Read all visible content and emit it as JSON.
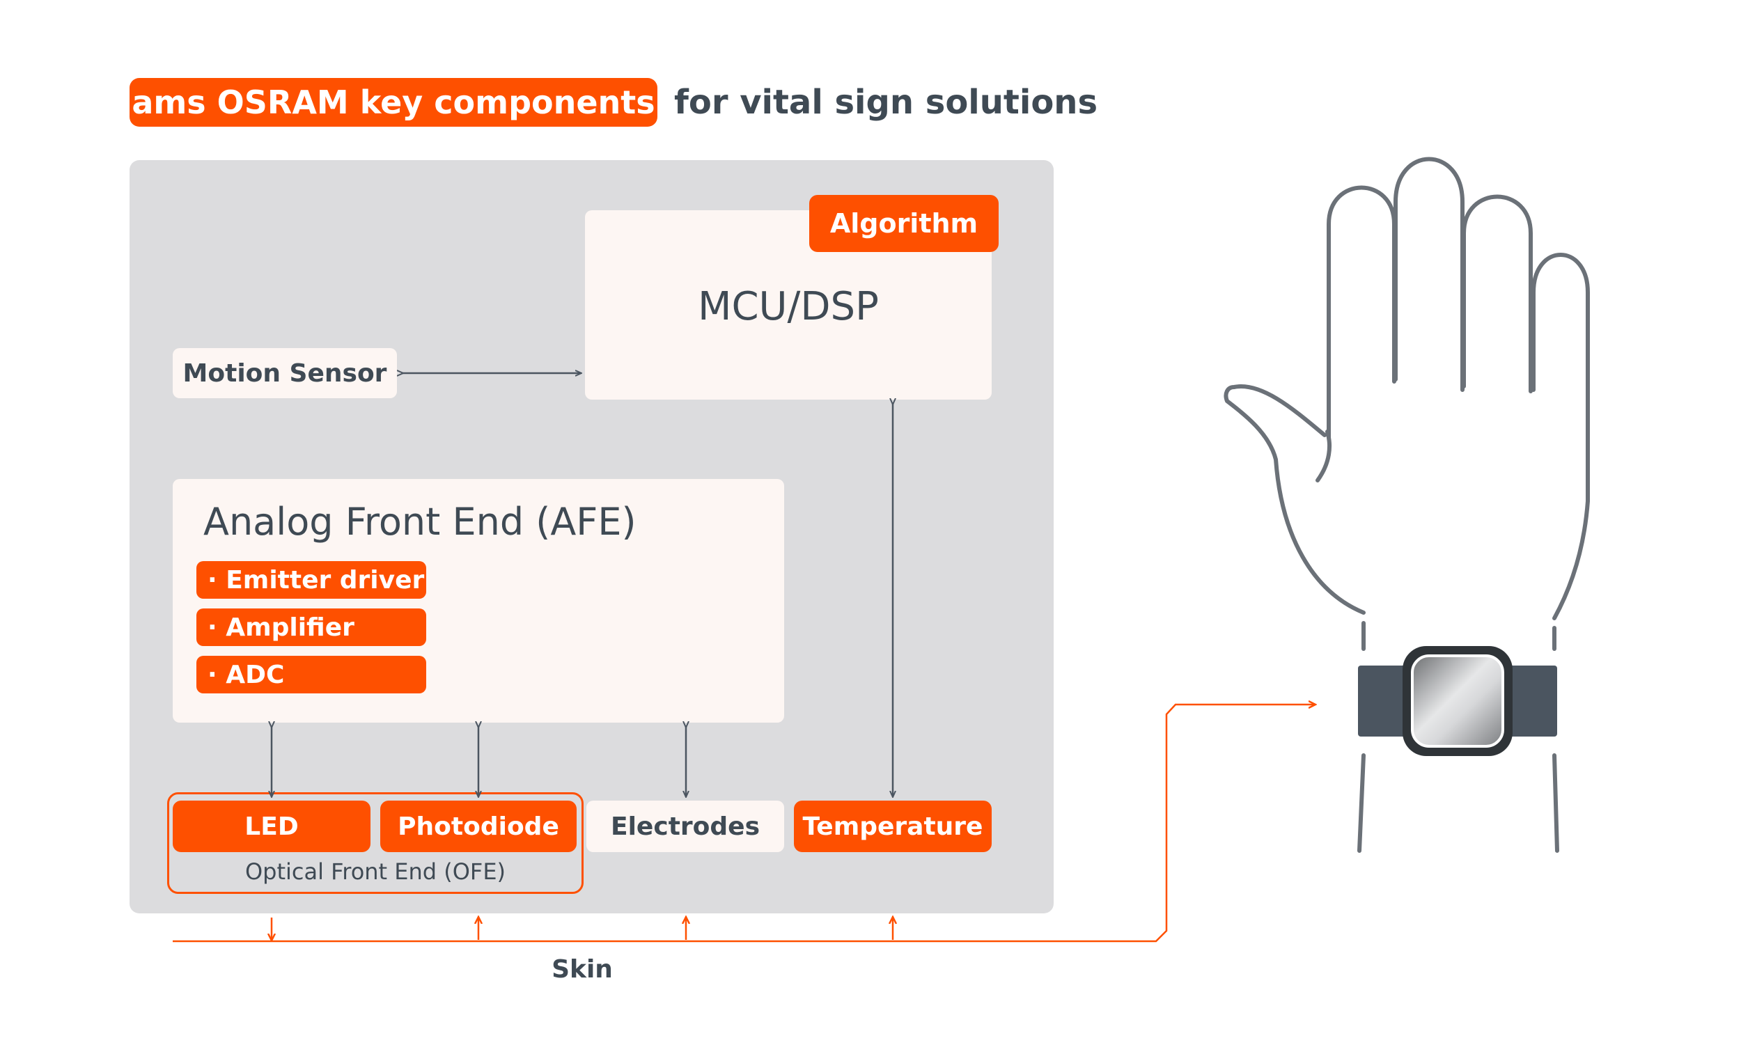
{
  "title": {
    "highlight": "ams OSRAM key components",
    "rest": "for vital sign solutions"
  },
  "blocks": {
    "algorithm": "Algorithm",
    "mcu": "MCU/DSP",
    "motion_sensor": "Motion Sensor",
    "afe_title": "Analog Front End (AFE)",
    "afe_items": [
      "· Emitter driver",
      "· Amplifier",
      "· ADC"
    ],
    "led": "LED",
    "photodiode": "Photodiode",
    "ofe_label": "Optical Front End (OFE)",
    "electrodes": "Electrodes",
    "temperature": "Temperature",
    "skin": "Skin"
  },
  "colors": {
    "accent": "#fe5000",
    "text": "#3f4a54",
    "panel": "#dcdcde",
    "box": "#fdf6f3",
    "line": "#4b5560"
  },
  "icons": {
    "hand": "hand-with-smartwatch-icon"
  }
}
